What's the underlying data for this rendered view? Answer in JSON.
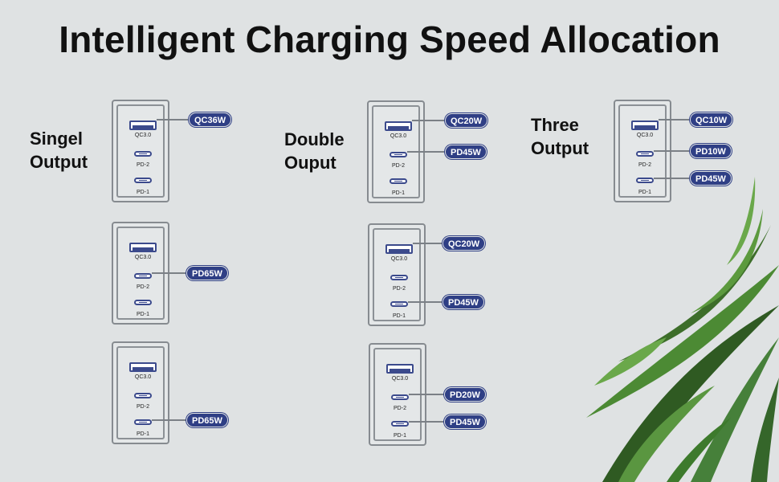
{
  "title": "Intelligent Charging Speed Allocation",
  "sections": [
    {
      "line1": "Singel",
      "line2": "Output"
    },
    {
      "line1": "Double",
      "line2": "Ouput"
    },
    {
      "line1": "Three",
      "line2": "Output"
    }
  ],
  "ports": {
    "qc": "QC3.0",
    "pd2": "PD-2",
    "pd1": "PD-1"
  },
  "chargers": [
    {
      "qc": "QC36W",
      "pd2": null,
      "pd1": null
    },
    {
      "qc": null,
      "pd2": "PD65W",
      "pd1": null
    },
    {
      "qc": null,
      "pd2": null,
      "pd1": "PD65W"
    },
    {
      "qc": "QC20W",
      "pd2": "PD45W",
      "pd1": null
    },
    {
      "qc": "QC20W",
      "pd2": null,
      "pd1": "PD45W"
    },
    {
      "qc": null,
      "pd2": "PD20W",
      "pd1": "PD45W"
    },
    {
      "qc": "QC10W",
      "pd2": "PD10W",
      "pd1": "PD45W"
    }
  ],
  "colors": {
    "badge": "#2f3f85",
    "background": "#dfe2e3",
    "port": "#3b4a8c"
  }
}
